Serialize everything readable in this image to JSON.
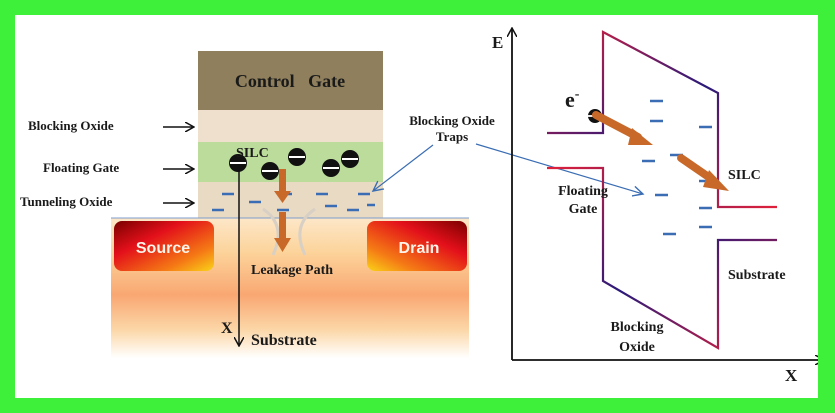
{
  "frame": {
    "border_color": "#3ef03a",
    "background": "#ffffff"
  },
  "device": {
    "control_gate": "Control   Gate",
    "layer_labels": {
      "blocking_oxide": "Blocking Oxide",
      "floating_gate": "Floating Gate",
      "tunneling_oxide": "Tunneling Oxide"
    },
    "silc": "SILC",
    "source": "Source",
    "drain": "Drain",
    "leakage_path": "Leakage Path",
    "axis_x": "X",
    "substrate": "Substrate",
    "traps_label_line1": "Blocking Oxide",
    "traps_label_line2": "Traps",
    "electron_count": 5,
    "trap_count_oxide": 10
  },
  "band_diagram": {
    "axis_y": "E",
    "axis_x": "X",
    "electron": "e",
    "electron_sup": "-",
    "floating_gate_line1": "Floating",
    "floating_gate_line2": "Gate",
    "silc": "SILC",
    "substrate": "Substrate",
    "blocking_oxide_line1": "Blocking",
    "blocking_oxide_line2": "Oxide",
    "trap_count": 10
  },
  "colors": {
    "control_gate": "#8f7f5c",
    "blocking_oxide": "#eee0cd",
    "floating_gate": "#bcdc9c",
    "tunneling_oxide": "#e9dac4",
    "trap": "#3a6db3",
    "arrow_orange": "#c8692a",
    "band_red": "#e0203a",
    "band_blue": "#2a1a7a",
    "pointer_blue": "#3a6db3"
  }
}
